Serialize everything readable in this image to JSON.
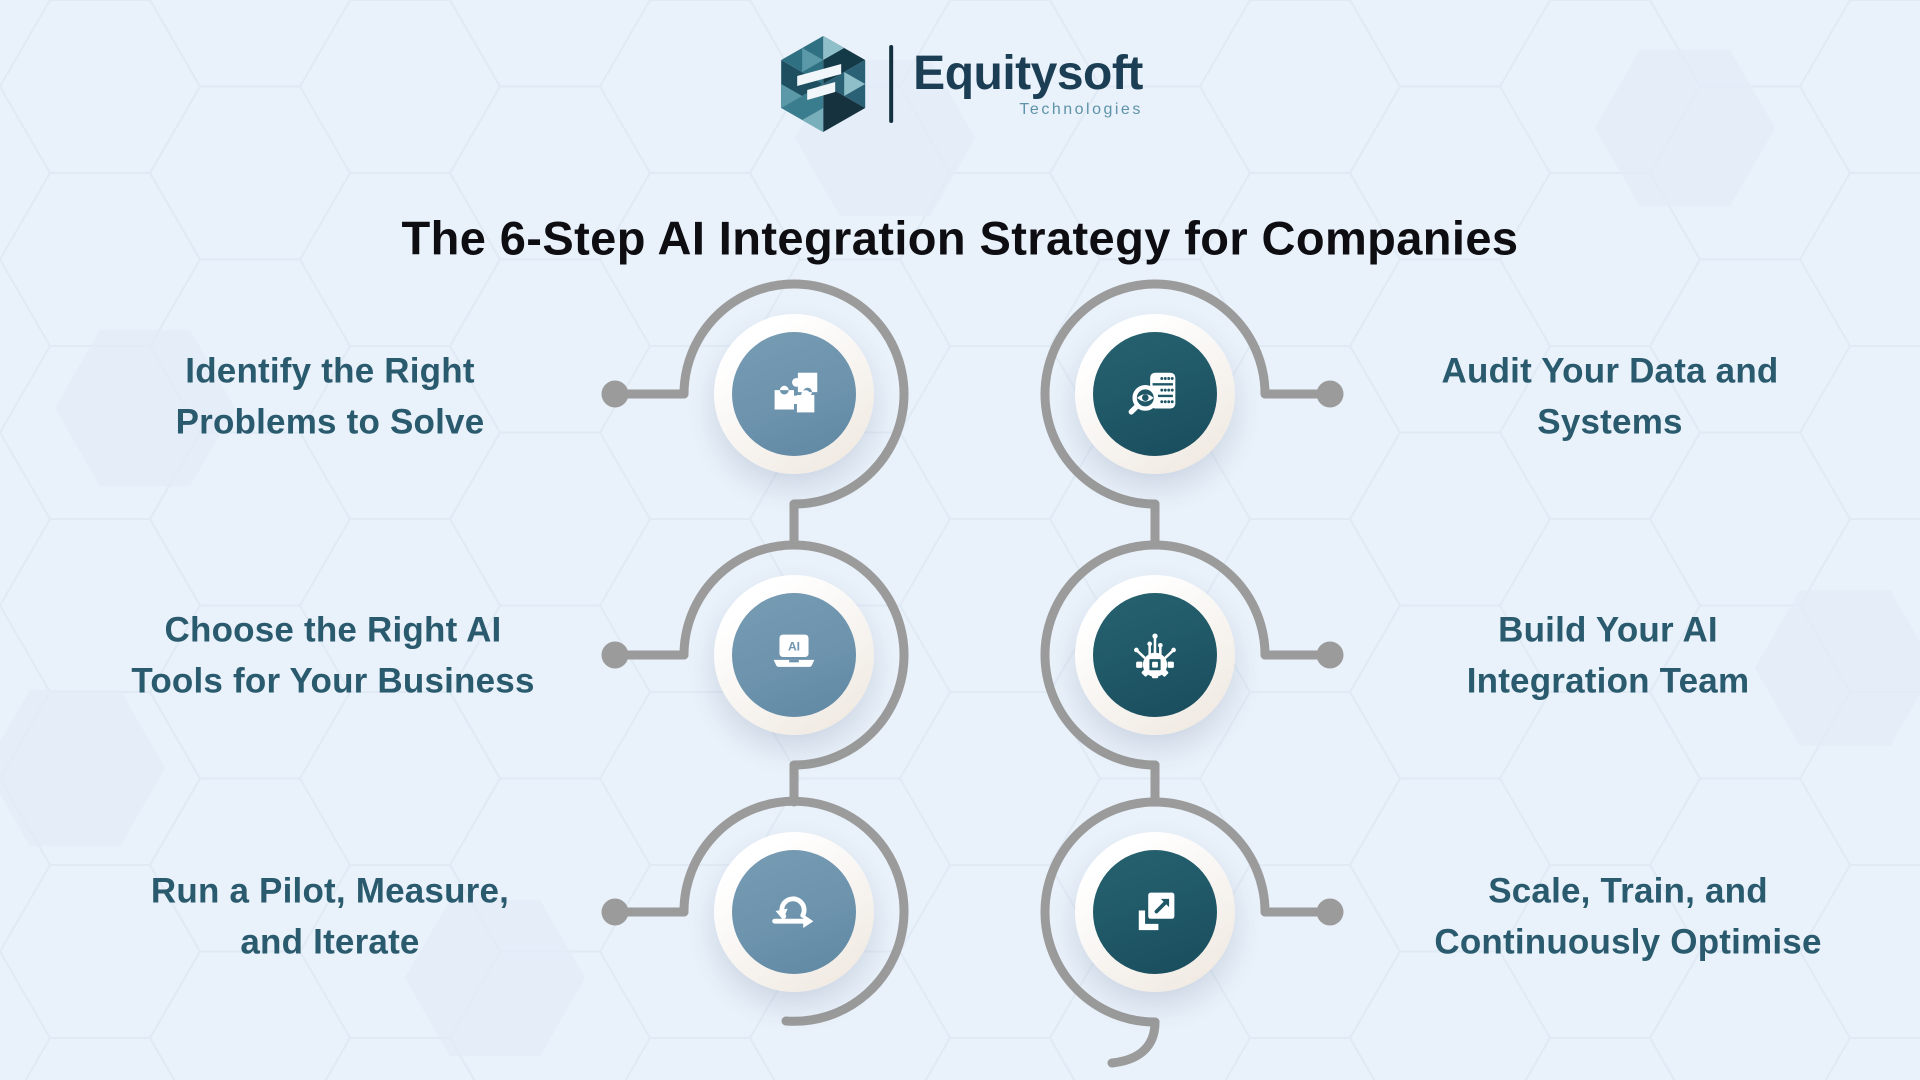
{
  "logo": {
    "brand": "Equitysoft",
    "subtitle": "Technologies",
    "mark": "hexagon-mosaic-logo"
  },
  "title": "The 6-Step AI Integration Strategy for Companies",
  "steps": [
    {
      "id": 1,
      "side": "left",
      "row": 1,
      "icon": "puzzle-icon",
      "line1": "Identify the Right",
      "line2": "Problems to Solve"
    },
    {
      "id": 2,
      "side": "left",
      "row": 2,
      "icon": "ai-laptop-icon",
      "line1": "Choose the Right AI",
      "line2": "Tools for Your Business"
    },
    {
      "id": 3,
      "side": "left",
      "row": 3,
      "icon": "iterate-icon",
      "line1": "Run a Pilot, Measure,",
      "line2": "and Iterate"
    },
    {
      "id": 4,
      "side": "right",
      "row": 1,
      "icon": "data-audit-icon",
      "line1": "Audit Your Data and",
      "line2": "Systems"
    },
    {
      "id": 5,
      "side": "right",
      "row": 2,
      "icon": "ai-gear-icon",
      "line1": "Build Your AI",
      "line2": "Integration Team"
    },
    {
      "id": 6,
      "side": "right",
      "row": 3,
      "icon": "scale-icon",
      "line1": "Scale, Train, and",
      "line2": "Continuously Optimise"
    }
  ],
  "laptop_icon_text": "AI",
  "colors": {
    "background": "#e9f1fa",
    "left_circle": "#6d93ad",
    "right_circle": "#1f5767",
    "connector_gray": "#9b9b9b",
    "label_text": "#2a5a6d",
    "title_text": "#0d0d12",
    "logo_navy": "#1c3e54",
    "logo_sub_teal": "#5e93a9",
    "disc_white": "#f5f1ec"
  }
}
